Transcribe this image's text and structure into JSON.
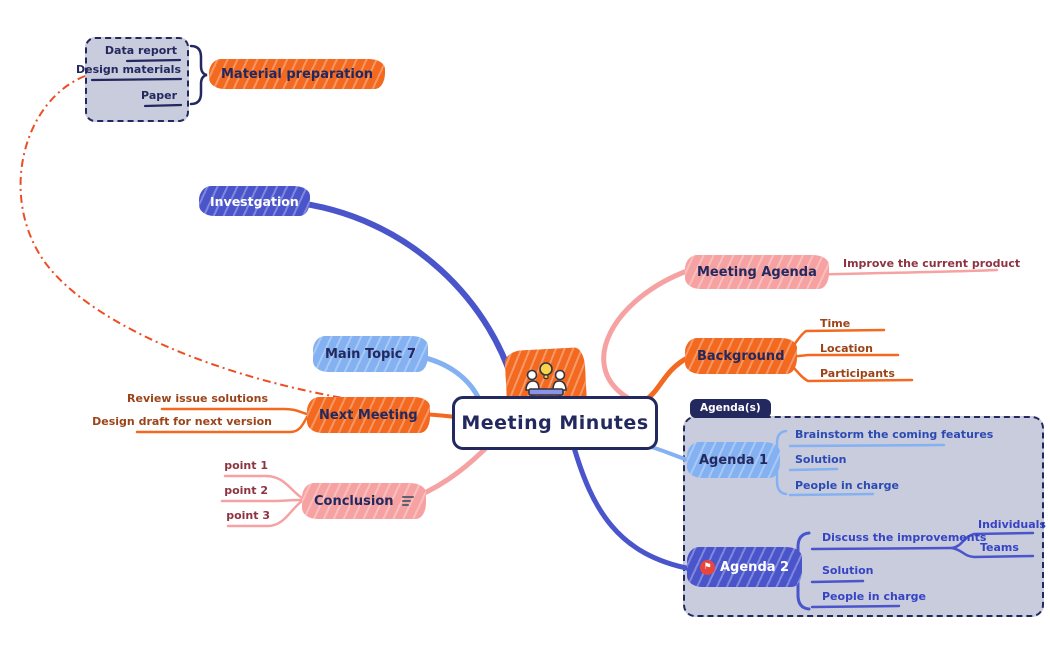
{
  "central": {
    "title": "Meeting Minutes",
    "icon": "meeting-icon"
  },
  "colors": {
    "navy": "#23295f",
    "orange": "#f2691f",
    "pink": "#f6a2a2",
    "light_blue": "#84b1f1",
    "indigo": "#4a55cb",
    "relation_line": "#ee4d23",
    "group_fill": "#c9ccdd"
  },
  "groups": {
    "material": {
      "label": "Material preparation",
      "items": [
        "Data report",
        "Design materials",
        "Paper"
      ]
    },
    "agendas": {
      "label": "Agenda(s)"
    }
  },
  "topics": {
    "investigation": {
      "label": "Investgation"
    },
    "main7": {
      "label": "Main Topic 7"
    },
    "next_meeting": {
      "label": "Next Meeting",
      "children": [
        "Review issue solutions",
        "Design draft for next version"
      ]
    },
    "conclusion": {
      "label": "Conclusion",
      "icon": "notes-icon",
      "children": [
        "point 1",
        "point 2",
        "point 3"
      ]
    },
    "meeting_agenda": {
      "label": "Meeting Agenda",
      "child": "Improve the current product"
    },
    "background": {
      "label": "Background",
      "children": [
        "Time",
        "Location",
        "Participants"
      ]
    },
    "agenda1": {
      "label": "Agenda 1",
      "children": [
        "Brainstorm the coming features",
        "Solution",
        "People in charge"
      ]
    },
    "agenda2": {
      "label": "Agenda 2",
      "icon": "flag-icon",
      "children": [
        "Discuss the improvements",
        "Solution",
        "People in charge"
      ],
      "sub_children": [
        "Individuals",
        "Teams"
      ]
    }
  }
}
